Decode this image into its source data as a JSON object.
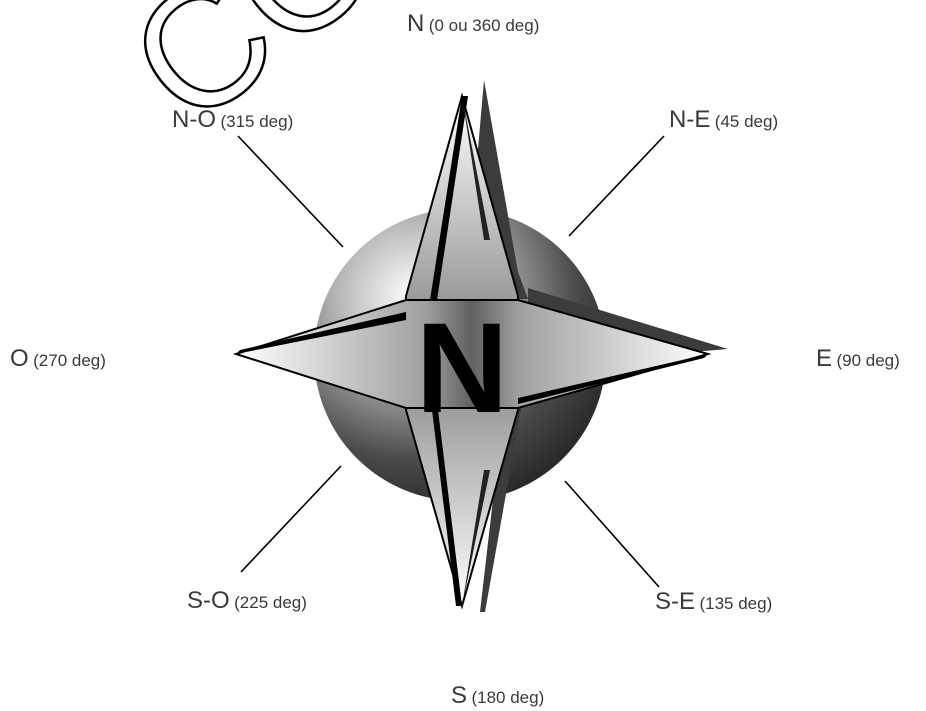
{
  "compass": {
    "center_letter": "N",
    "directions": [
      {
        "id": "n",
        "abbr": "N",
        "degrees": "(0 ou 360 deg)"
      },
      {
        "id": "ne",
        "abbr": "N-E",
        "degrees": "(45 deg)"
      },
      {
        "id": "e",
        "abbr": "E",
        "degrees": "(90 deg)"
      },
      {
        "id": "se",
        "abbr": "S-E",
        "degrees": "(135 deg)"
      },
      {
        "id": "s",
        "abbr": "S",
        "degrees": "(180 deg)"
      },
      {
        "id": "so",
        "abbr": "S-O",
        "degrees": "(225 deg)"
      },
      {
        "id": "o",
        "abbr": "O",
        "degrees": "(270 deg)"
      },
      {
        "id": "no",
        "abbr": "N-O",
        "degrees": "(315 deg)"
      }
    ]
  },
  "watermark": {
    "text": "COPY"
  },
  "colors": {
    "label": "#3a3a3a",
    "ink": "#000000",
    "shadow": "#3c3c3c"
  }
}
